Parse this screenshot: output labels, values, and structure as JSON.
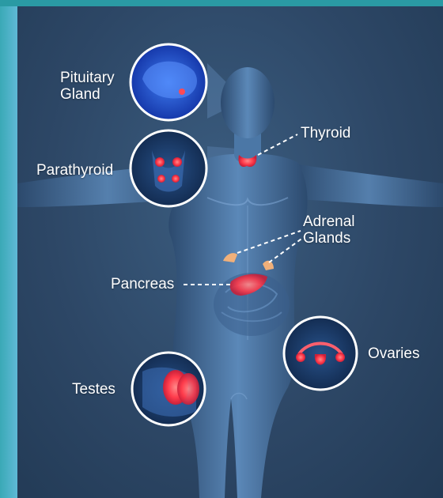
{
  "labels": {
    "pituitary": "Pituitary\nGland",
    "thyroid": "Thyroid",
    "parathyroid": "Parathyroid",
    "adrenal": "Adrenal\nGlands",
    "pancreas": "Pancreas",
    "ovaries": "Ovaries",
    "testes": "Testes"
  },
  "colors": {
    "accent_teal": "#2a9aa4",
    "background": "#2f4a66",
    "body": "#4d79a6",
    "gland": "#ff4a55",
    "adrenal": "#f0b07a"
  }
}
